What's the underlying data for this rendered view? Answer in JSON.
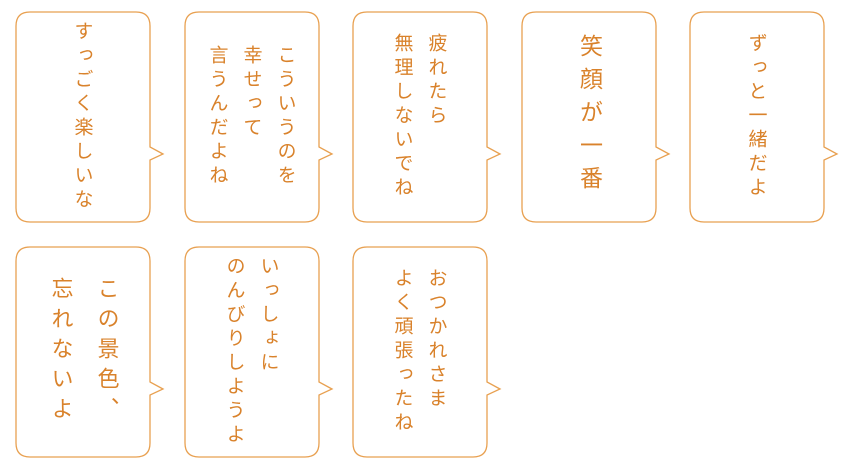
{
  "colors": {
    "border": "#e8a050",
    "text": "#d9822b"
  },
  "bubbles": [
    {
      "lines": "すっごく楽しいな"
    },
    {
      "lines": "こういうのを\n幸せって\n言うんだよね"
    },
    {
      "lines": "疲れたら\n無理しないでね"
    },
    {
      "lines": "笑顔が一番"
    },
    {
      "lines": "ずっと一緒だよ"
    },
    {
      "lines": "この景色、\n忘れないよ"
    },
    {
      "lines": "いっしょに\nのんびりしようよ"
    },
    {
      "lines": "おつかれさま\nよく頑張ったね"
    }
  ]
}
